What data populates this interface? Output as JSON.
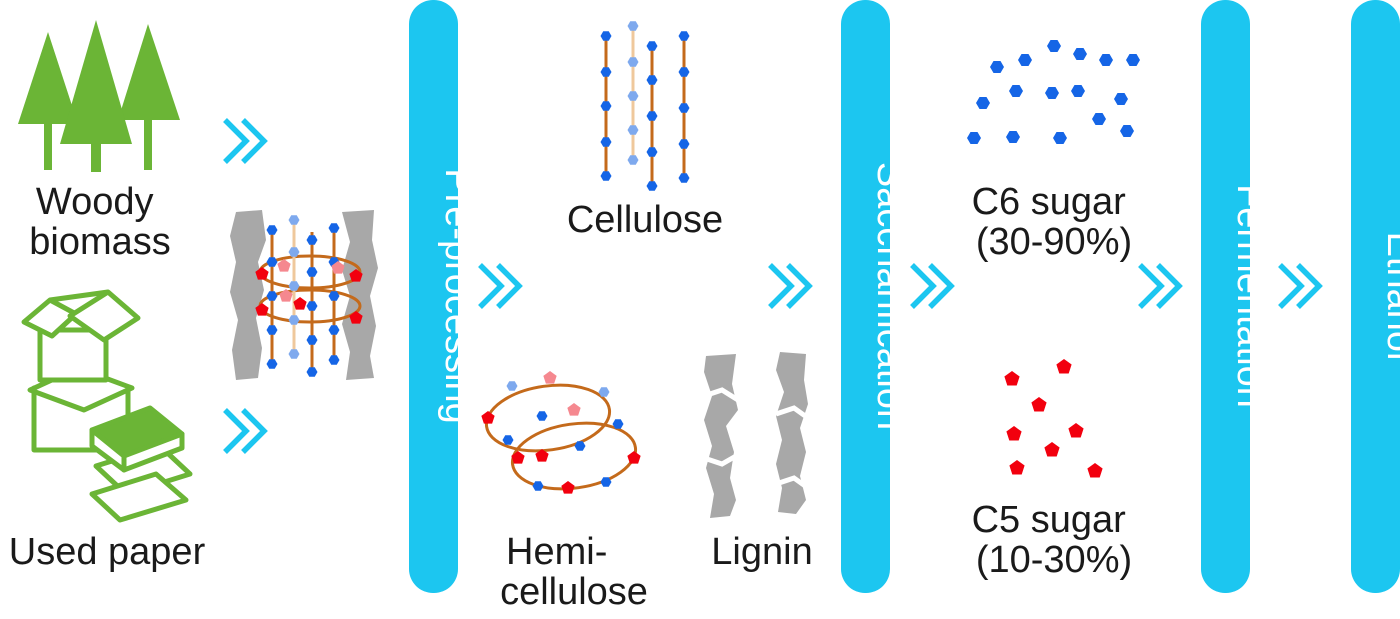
{
  "inputs": {
    "woody": [
      "Woody",
      "biomass"
    ],
    "paper": "Used paper"
  },
  "stages": {
    "preprocessing": "Pre-processing",
    "saccharification": "Saccharification",
    "fermentation": "Fermentation",
    "ethanol": "Ethanol"
  },
  "components": {
    "cellulose": "Cellulose",
    "hemicellulose": [
      "Hemi-",
      "cellulose"
    ],
    "lignin": "Lignin"
  },
  "sugars": {
    "c6": [
      "C6 sugar",
      "(30-90%)"
    ],
    "c5": [
      "C5 sugar",
      "(10-30%)"
    ]
  },
  "colors": {
    "stage_bar": "#1CC6F0",
    "arrow": "#1CC6F0",
    "input_icon_green": "#6BB536",
    "glucose_blue": "#1565E6",
    "glucose_light": "#7EA9EE",
    "xylose_red": "#F2000E",
    "xylose_light": "#F5888F",
    "fiber_orange": "#C46A1B",
    "lignin_gray": "#A8A8A8"
  },
  "icons": [
    "tree-icon",
    "paper-boxes-icon",
    "books-icon",
    "double-chevron-icon"
  ]
}
